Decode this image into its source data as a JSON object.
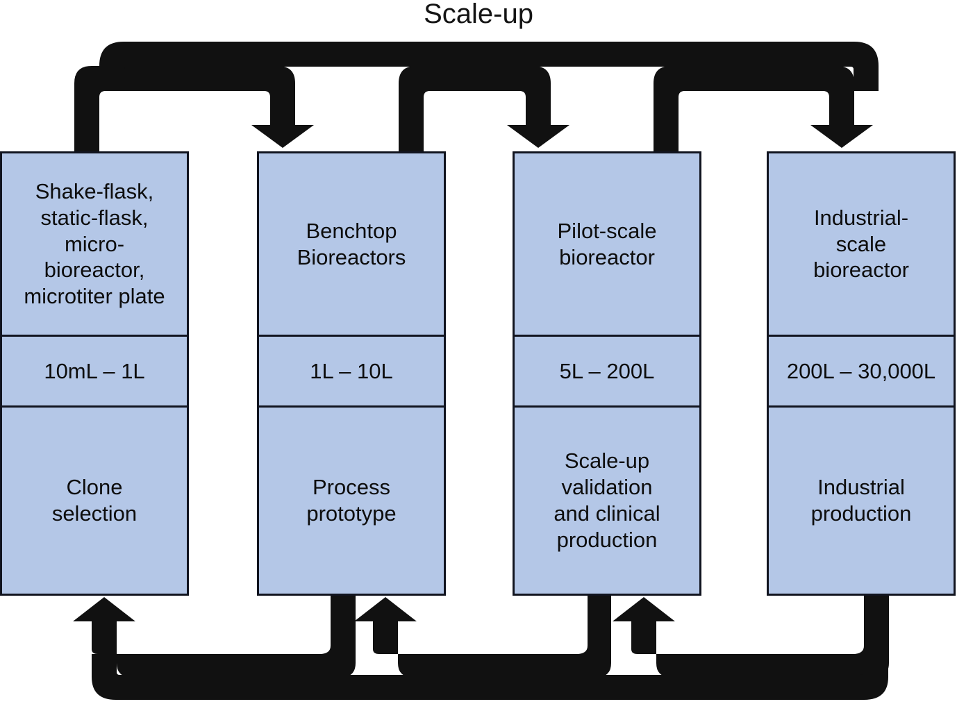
{
  "diagram": {
    "title": "Scale-up",
    "box_fill_color": "#b4c7e7",
    "box_border_color": "#11141f",
    "arrow_color": "#111111",
    "background_color": "#ffffff",
    "columns": [
      {
        "id": "column-1",
        "name": "Shake-flask,\nstatic-flask,\nmicro-\nbioreactor,\nmicrotiter plate",
        "volume": "10mL – 1L",
        "purpose": "Clone\nselection"
      },
      {
        "id": "column-2",
        "name": "Benchtop\nBioreactors",
        "volume": "1L – 10L",
        "purpose": "Process\nprototype"
      },
      {
        "id": "column-3",
        "name": "Pilot-scale\nbioreactor",
        "volume": "5L – 200L",
        "purpose": "Scale-up\nvalidation\nand clinical\nproduction"
      },
      {
        "id": "column-4",
        "name": "Industrial-\nscale\nbioreactor",
        "volume": "200L – 30,000L",
        "purpose": "Industrial\nproduction"
      }
    ],
    "flow": {
      "top_direction": "left-to-right scale-up arrows",
      "bottom_direction": "right-to-left scale-down arrows"
    }
  }
}
